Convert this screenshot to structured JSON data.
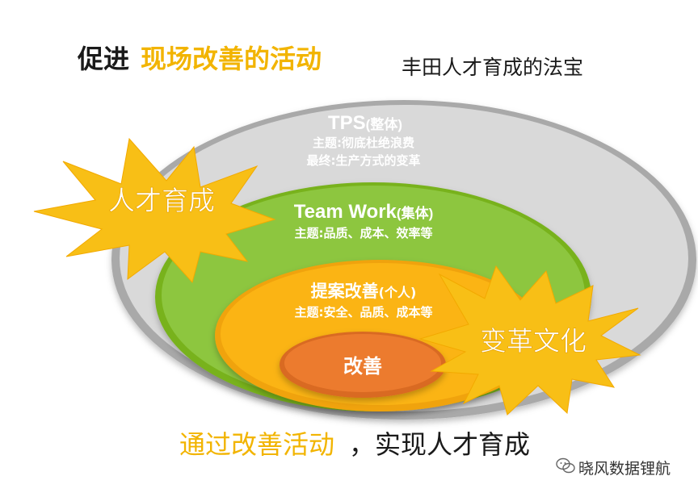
{
  "header": {
    "title_prefix": "促进",
    "title_highlight": "现场改善的活动",
    "subtitle": "丰田人才育成的法宝"
  },
  "rings": {
    "tps": {
      "title": "TPS",
      "title_suffix": "(整体)",
      "line1": "主题:彻底杜绝浪费",
      "line2": "最终:生产方式的变革"
    },
    "teamwork": {
      "title": "Team Work",
      "title_suffix": "(集体)",
      "line1": "主题:品质、成本、效率等"
    },
    "proposal": {
      "title": "提案改善",
      "title_suffix": "(个人)",
      "line1": "主题:安全、品质、成本等"
    },
    "kaizen": {
      "title": "改善"
    }
  },
  "bursts": {
    "left": "人才育成",
    "right": "变革文化"
  },
  "footer": {
    "highlight": "通过改善活动",
    "rest": "，实现人才育成"
  },
  "watermark": {
    "icon": "wechat-icon",
    "text": "晓风数据锂航"
  },
  "colors": {
    "gray_ring": "#a9a9a9",
    "green_ring": "#8dc63f",
    "yellow_ring": "#fbb414",
    "orange_core": "#ec7b2e",
    "burst": "#f8bf16",
    "title_yellow": "#f2b400"
  }
}
